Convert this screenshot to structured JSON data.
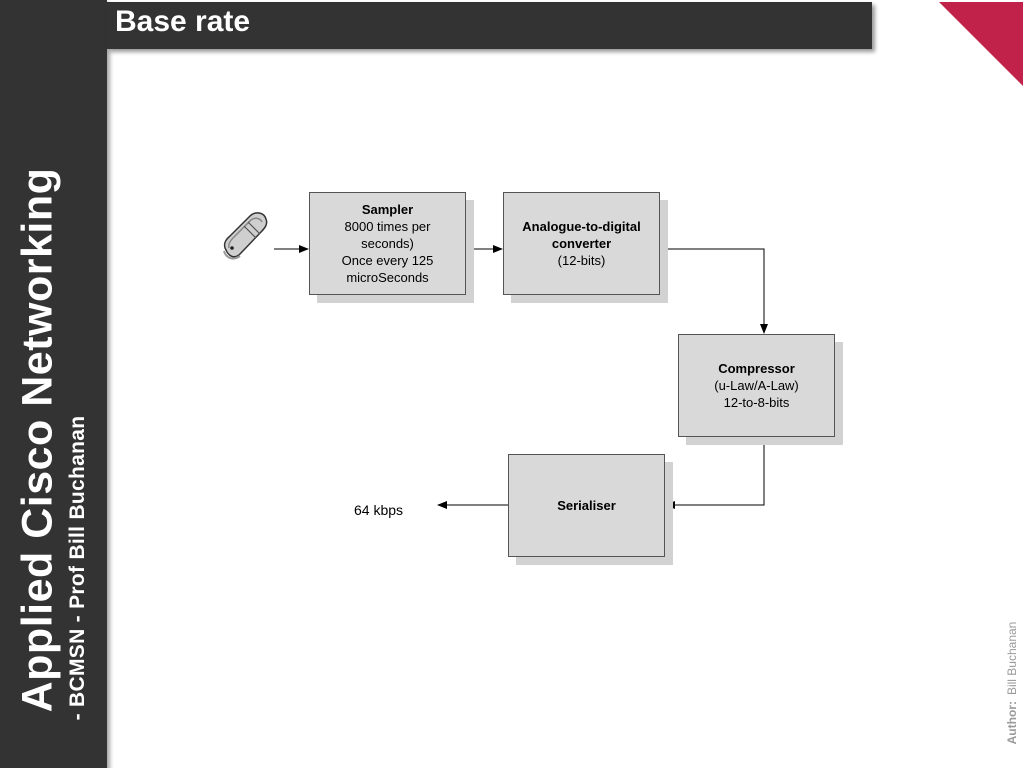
{
  "slide": {
    "title": "Base rate",
    "sidebar_title": "Applied Cisco Networking",
    "sidebar_subtitle": "- BCMSN - Prof Bill Buchanan",
    "author_label": "Author:",
    "author_name": "Bill Buchanan",
    "accent_color": "#c0224a"
  },
  "diagram": {
    "sampler": {
      "title": "Sampler",
      "lines": [
        "8000 times per",
        "seconds)",
        "Once every 125",
        "microSeconds"
      ]
    },
    "adc": {
      "title": "Analogue-to-digital converter",
      "lines": [
        "(12-bits)"
      ]
    },
    "compressor": {
      "title": "Compressor",
      "lines": [
        "(u-Law/A-Law)",
        "12-to-8-bits"
      ]
    },
    "serialiser": {
      "title": "Serialiser"
    },
    "output_rate": "64 kbps",
    "source_icon": "telephone-handset-icon"
  }
}
